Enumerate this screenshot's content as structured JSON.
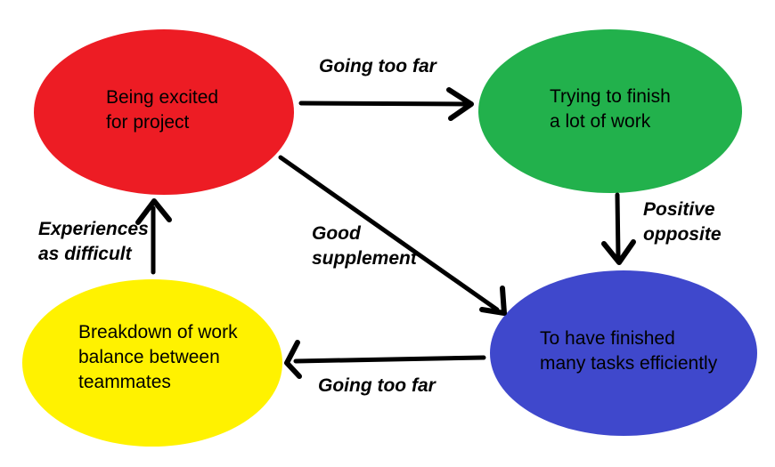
{
  "diagram": {
    "background_color": "#ffffff",
    "text_color": "#000000",
    "arrow_color": "#000000",
    "nodes": [
      {
        "id": "being-excited",
        "color": "#ed1c24",
        "lines": [
          "Being excited",
          "for project"
        ]
      },
      {
        "id": "trying-to-finish",
        "color": "#22b14c",
        "lines": [
          "Trying to finish",
          "a lot of work"
        ]
      },
      {
        "id": "finished-tasks",
        "color": "#3f48cc",
        "lines": [
          "To have finished",
          "many tasks efficiently"
        ]
      },
      {
        "id": "breakdown",
        "color": "#fff200",
        "lines": [
          "Breakdown of work",
          "balance between",
          "teammates"
        ]
      }
    ],
    "edges": [
      {
        "id": "excited-to-trying",
        "from": "being-excited",
        "to": "trying-to-finish",
        "lines": [
          "Going too far"
        ]
      },
      {
        "id": "trying-to-finished",
        "from": "trying-to-finish",
        "to": "finished-tasks",
        "lines": [
          "Positive",
          "opposite"
        ]
      },
      {
        "id": "excited-to-finished",
        "from": "being-excited",
        "to": "finished-tasks",
        "lines": [
          "Good",
          "supplement"
        ]
      },
      {
        "id": "finished-to-breakdown",
        "from": "finished-tasks",
        "to": "breakdown",
        "lines": [
          "Going too far"
        ]
      },
      {
        "id": "breakdown-to-excited",
        "from": "breakdown",
        "to": "being-excited",
        "lines": [
          "Experiences",
          "as difficult"
        ]
      }
    ]
  }
}
